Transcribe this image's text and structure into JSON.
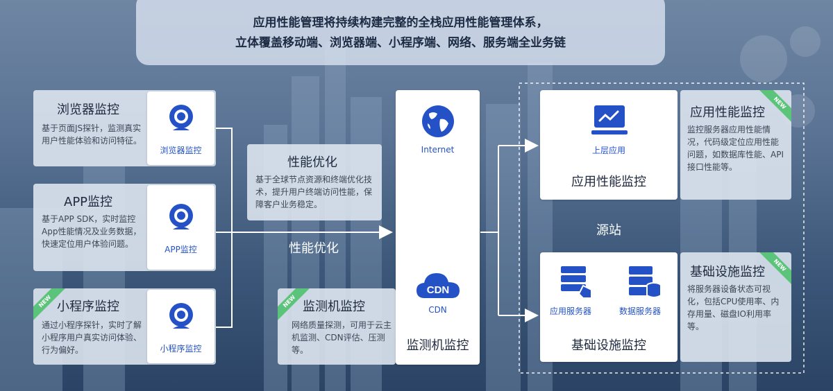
{
  "header": {
    "line1": "应用性能管理将持续构建完整的全栈应用性能管理体系，",
    "line2": "立体覆盖移动端、浏览器端、小程序端、网络、服务端全业务链"
  },
  "left": [
    {
      "title": "浏览器监控",
      "desc": "基于页面JS探针，监测真实用户性能体验和访问特征。",
      "card_label": "浏览器监控",
      "new": ""
    },
    {
      "title": "APP监控",
      "desc": "基于APP SDK，实时监控App性能情况及业务数据，快速定位用户体验问题。",
      "card_label": "APP监控",
      "new": ""
    },
    {
      "title": "小程序监控",
      "desc": "通过小程序探针，实时了解小程序用户真实访问体验、行为偏好。",
      "card_label": "小程序监控",
      "new": "NEW"
    }
  ],
  "optimize": {
    "title": "性能优化",
    "desc": "基于全球节点资源和终端优化技术，提升用户终端访问性能，保障客户业务稳定。",
    "line_label": "性能优化"
  },
  "monitor_machine": {
    "title": "监测机监控",
    "desc": "网络质量探测，可用于云主机监测、CDN评估、压测等。",
    "new": "NEW"
  },
  "center": {
    "internet_label": "Internet",
    "cdn_icon_text": "CDN",
    "cdn_label": "CDN",
    "bottom_label": "监测机监控"
  },
  "origin_label": "源站",
  "right_top": {
    "card_icon_label": "上层应用",
    "card_big": "应用性能监控",
    "title": "应用性能监控",
    "desc": "监控服务器应用性能情况，代码级定位应用性能问题，如数据库性能、API接口性能等。",
    "new": "NEW"
  },
  "right_bottom": {
    "app_server_label": "应用服务器",
    "data_server_label": "数据服务器",
    "card_big": "基础设施监控",
    "title": "基础设施监控",
    "desc": "将服务器设备状态可视化，包括CPU使用率、内存用量、磁盘IO利用率等。",
    "new": "NEW"
  },
  "colors": {
    "accent": "#2452c6",
    "new_badge": "#5cc47a"
  }
}
